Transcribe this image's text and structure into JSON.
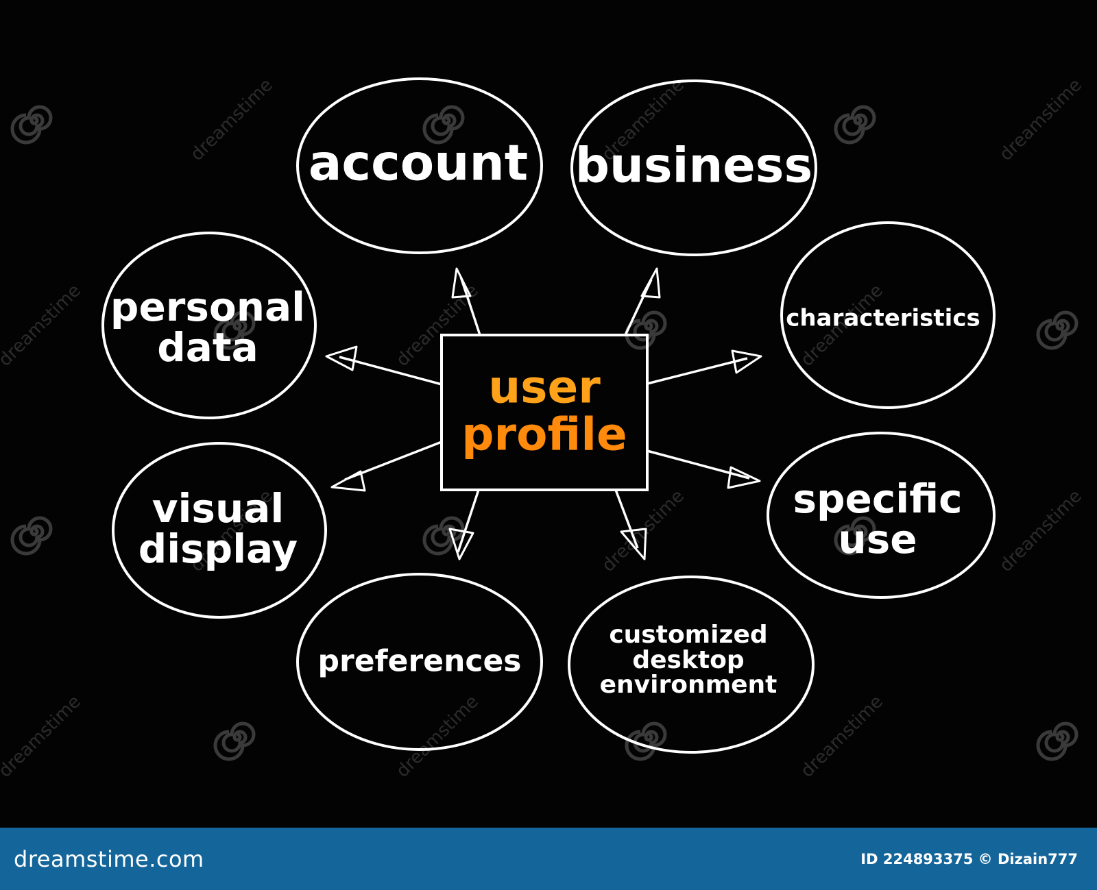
{
  "diagram": {
    "center": {
      "line1": "user",
      "line2": "profile"
    },
    "nodes": [
      {
        "id": "account",
        "text": "account"
      },
      {
        "id": "business",
        "text": "business"
      },
      {
        "id": "personal-data",
        "text": "personal\ndata"
      },
      {
        "id": "characteristics",
        "text": "characteristics"
      },
      {
        "id": "visual-display",
        "text": "visual\ndisplay"
      },
      {
        "id": "specific-use",
        "text": "specific\nuse"
      },
      {
        "id": "preferences",
        "text": "preferences"
      },
      {
        "id": "customized-desktop-environment",
        "text": "customized\ndesktop\nenvironment"
      }
    ],
    "colors": {
      "background": "#030303",
      "stroke": "#ffffff",
      "center_text": "#ffa21a",
      "footer": "#14669a"
    }
  },
  "watermark": {
    "text": "dreamstime",
    "icon": "spiral-logo-icon"
  },
  "footer": {
    "brand": "dreamstime.com",
    "credit": "ID 224893375 © Dizain777"
  }
}
